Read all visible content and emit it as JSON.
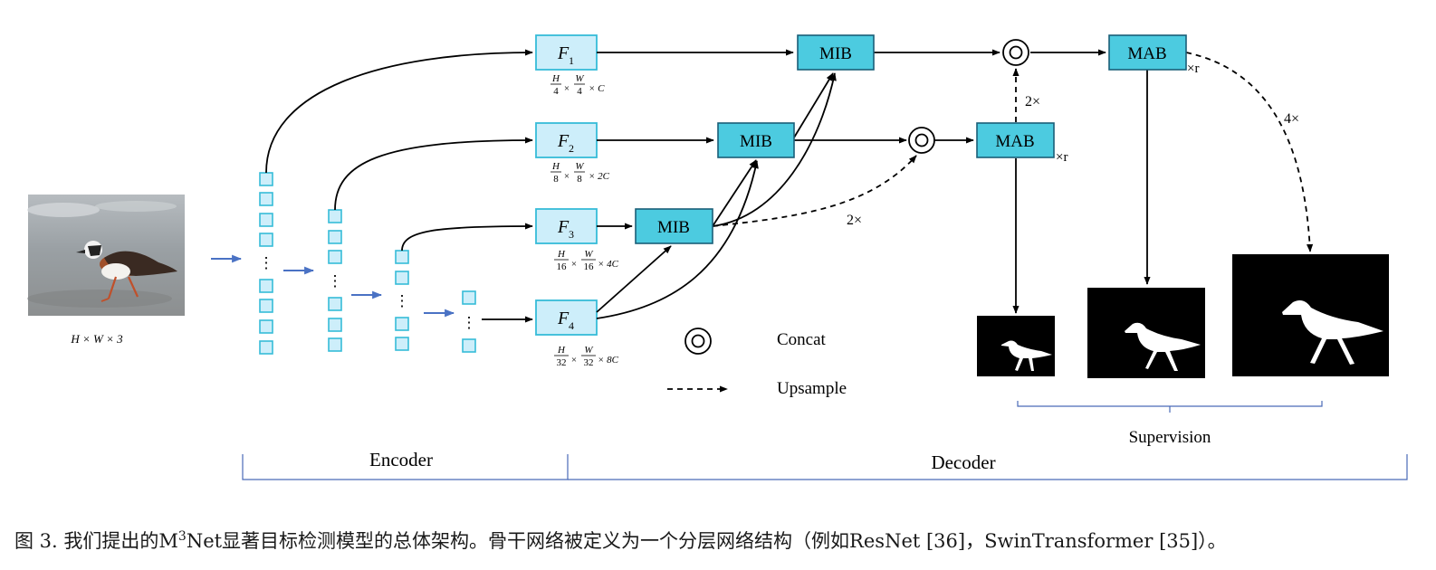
{
  "input": {
    "dims": "H × W × 3"
  },
  "features": [
    {
      "letter": "F",
      "sub": "1",
      "dim_h": "H",
      "den_h": "4",
      "dim_w": "W",
      "den_w": "4",
      "channels": "× C"
    },
    {
      "letter": "F",
      "sub": "2",
      "dim_h": "H",
      "den_h": "8",
      "dim_w": "W",
      "den_w": "8",
      "channels": "× 2C"
    },
    {
      "letter": "F",
      "sub": "3",
      "dim_h": "H",
      "den_h": "16",
      "dim_w": "W",
      "den_w": "16",
      "channels": "× 4C"
    },
    {
      "letter": "F",
      "sub": "4",
      "dim_h": "H",
      "den_h": "32",
      "dim_w": "W",
      "den_w": "32",
      "channels": "× 8C"
    }
  ],
  "blocks": {
    "mib": "MIB",
    "mab": "MAB",
    "repeat": "×r"
  },
  "upsample_labels": {
    "a": "2×",
    "b": "2×",
    "c": "4×"
  },
  "legend": {
    "concat": "Concat",
    "upsample": "Upsample"
  },
  "sections": {
    "encoder": "Encoder",
    "decoder": "Decoder",
    "supervision": "Supervision"
  },
  "dots": "⋮",
  "times": "×",
  "caption": {
    "prefix": "图 3.  我们提出的M",
    "sup": "3",
    "suffix": "Net显著目标检测模型的总体架构。骨干网络被定义为一个分层网络结构（例如ResNet [36]，SwinTransformer [35]）。"
  },
  "colors": {
    "feature_fill": "#cdeefa",
    "feature_stroke": "#36bcd8",
    "block_fill": "#4ccbe0",
    "block_stroke": "#1a5f78",
    "arrow_blue": "#4a72c4",
    "bracket": "#4a6ab8"
  }
}
